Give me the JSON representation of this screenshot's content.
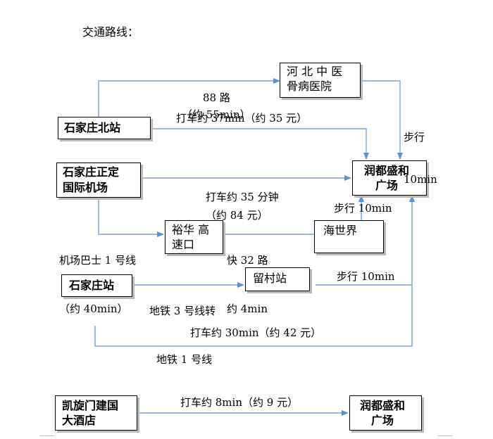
{
  "title": "交通路线：",
  "nodes": {
    "shijiazhuang_north": "石家庄北站",
    "hebei_hospital": [
      "河 北 中 医",
      "骨病医院"
    ],
    "runduisheng_top": [
      "润都盛和",
      "广场"
    ],
    "airport": [
      "石家庄正定",
      "国际机场"
    ],
    "yuhua": [
      "裕华 高",
      "速口"
    ],
    "haishijie": "海世界",
    "shijiazhuang_station": "石家庄站",
    "liucun": "留村站",
    "kaixuanmen": [
      "凯旋门建国",
      "大酒店"
    ],
    "runduisheng_bottom": [
      "润都盛和",
      "广场"
    ]
  },
  "edges": {
    "bus88": [
      "88 路",
      "（约 55min）"
    ],
    "walk_hospital": [
      "步行",
      "10min"
    ],
    "taxi_north": "打车约 37min（约 35 元）",
    "taxi_airport": [
      "打车约 35 分钟",
      "（约 84 元）"
    ],
    "walk_haishijie": "步行 10min",
    "airport_bus": [
      "机场巴士 1 号线",
      "（约 40min）"
    ],
    "bus_kuai32": [
      "快 32 路",
      "约 4min"
    ],
    "metro": [
      "地铁 3 号线转",
      "地铁 1 号线"
    ],
    "walk_liucun": "步行 10min",
    "taxi_station": "打车约 30min（约 42 元）",
    "taxi_kaixuanmen": "打车约 8min（约 9 元）"
  },
  "colors": {
    "arrow": "#5b8fd3",
    "box_border": "#000000",
    "shadow": "#b9b9b9"
  }
}
